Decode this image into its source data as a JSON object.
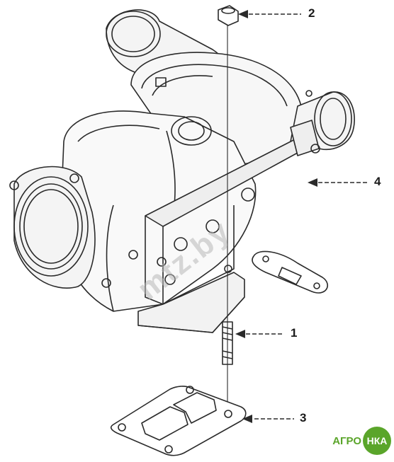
{
  "diagram": {
    "callouts": [
      {
        "id": "c1",
        "label": "1"
      },
      {
        "id": "c2",
        "label": "2"
      },
      {
        "id": "c3",
        "label": "3"
      },
      {
        "id": "c4",
        "label": "4"
      }
    ],
    "watermark": "mtz.by",
    "logo": {
      "text": "АГРО",
      "badge": "НКА",
      "color": "#5aa52a"
    },
    "colors": {
      "line": "#2a2a2a",
      "shade": "#e6e6e6",
      "background": "#ffffff"
    }
  }
}
